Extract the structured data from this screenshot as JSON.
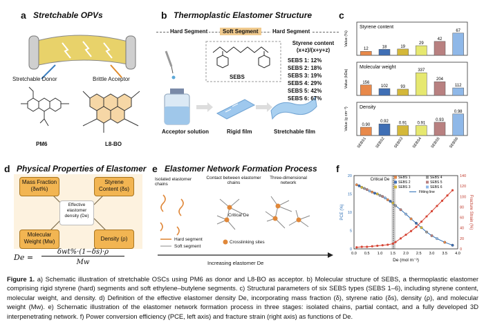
{
  "panel_a": {
    "label": "a",
    "title": "Stretchable OPVs",
    "donor": "Stretchable Donor",
    "acceptor": "Brittle Acceptor",
    "pm6": "PM6",
    "l8bo": "L8-BO"
  },
  "panel_b": {
    "label": "b",
    "title": "Thermoplastic Elastomer Structure",
    "seg_hard1": "Hard Segment",
    "seg_soft": "Soft Segment",
    "seg_hard2": "Hard Segment",
    "sebs": "SEBS",
    "styrene_title": "Styrene content",
    "styrene_formula": "(x+z)/(x+y+z)",
    "sebs_list": [
      "SEBS 1: 12%",
      "SEBS 2: 18%",
      "SEBS 3: 19%",
      "SEBS 4: 29%",
      "SEBS 5: 42%",
      "SEBS 6: 67%"
    ],
    "acceptor_solution": "Acceptor solution",
    "rigid_film": "Rigid film",
    "stretchable_film": "Stretchable film"
  },
  "panel_c": {
    "label": "c",
    "categories": [
      "SEBS1",
      "SEBS2",
      "SEBS3",
      "SEBS4",
      "SEBS5",
      "SEBS6"
    ],
    "bar_colors": [
      "#e8894a",
      "#3f6fb5",
      "#d4b83a",
      "#e6e870",
      "#b88080",
      "#8fb8e8"
    ]
  },
  "chart_data": [
    {
      "type": "bar",
      "title": "Styrene content",
      "ylabel": "Value (%)",
      "categories": [
        "SEBS1",
        "SEBS2",
        "SEBS3",
        "SEBS4",
        "SEBS5",
        "SEBS6"
      ],
      "values": [
        12,
        18,
        19,
        29,
        42,
        67
      ],
      "ylim": [
        0,
        75
      ]
    },
    {
      "type": "bar",
      "title": "Molecular weight",
      "ylabel": "Value (kDa)",
      "categories": [
        "SEBS1",
        "SEBS2",
        "SEBS3",
        "SEBS4",
        "SEBS5",
        "SEBS6"
      ],
      "values": [
        156,
        102,
        93,
        337,
        204,
        112
      ],
      "ylim": [
        0,
        370
      ]
    },
    {
      "type": "bar",
      "title": "Density",
      "ylabel": "Value (g cm⁻³)",
      "categories": [
        "SEBS1",
        "SEBS2",
        "SEBS3",
        "SEBS4",
        "SEBS5",
        "SEBS6"
      ],
      "values": [
        0.9,
        0.92,
        0.91,
        0.91,
        0.93,
        0.98
      ],
      "ylim": [
        0.85,
        1.0
      ]
    },
    {
      "type": "scatter",
      "xlabel": "De (mol m⁻³)",
      "ylabel_left": "PCE (%)",
      "ylabel_right": "Fracture Strain (%)",
      "xlim": [
        0,
        4
      ],
      "ylim_left": [
        0,
        20
      ],
      "ylim_right": [
        0,
        140
      ],
      "xticks": [
        "0.0",
        "0.5",
        "1.0",
        "1.5",
        "2.0",
        "2.5",
        "3.0",
        "3.5",
        "4.0"
      ],
      "yticks_left": [
        "0",
        "5",
        "10",
        "15",
        "20"
      ],
      "yticks_right": [
        "0",
        "20",
        "40",
        "60",
        "80",
        "100",
        "120",
        "140"
      ],
      "annotation": "Critical De",
      "legend": [
        "SEBS 1",
        "SEBS 2",
        "SEBS 3",
        "SEBS 4",
        "SEBS 5",
        "SEBS 6",
        "Fitting line"
      ],
      "pce_points": [
        [
          0.1,
          17.5
        ],
        [
          0.2,
          17.2
        ],
        [
          0.3,
          16.8
        ],
        [
          0.4,
          16.5
        ],
        [
          0.5,
          16.2
        ],
        [
          0.6,
          15.8
        ],
        [
          0.7,
          15.5
        ],
        [
          0.8,
          15.2
        ],
        [
          0.9,
          15.0
        ],
        [
          1.0,
          14.6
        ],
        [
          1.1,
          14.3
        ],
        [
          1.2,
          13.9
        ],
        [
          1.3,
          13.4
        ],
        [
          1.4,
          13.0
        ],
        [
          1.5,
          12.5
        ],
        [
          1.6,
          11.8
        ],
        [
          1.8,
          10.7
        ],
        [
          2.0,
          9.5
        ],
        [
          2.2,
          8.2
        ],
        [
          2.4,
          7.0
        ],
        [
          2.6,
          5.8
        ],
        [
          2.8,
          4.6
        ],
        [
          3.0,
          3.6
        ],
        [
          3.2,
          2.8
        ],
        [
          3.5,
          1.8
        ],
        [
          3.8,
          1.0
        ]
      ],
      "strain_points": [
        [
          0.1,
          3
        ],
        [
          0.3,
          4
        ],
        [
          0.5,
          4
        ],
        [
          0.7,
          5
        ],
        [
          0.9,
          6
        ],
        [
          1.1,
          7
        ],
        [
          1.3,
          8
        ],
        [
          1.5,
          10
        ],
        [
          1.6,
          13
        ],
        [
          1.8,
          20
        ],
        [
          2.0,
          27
        ],
        [
          2.2,
          34
        ],
        [
          2.4,
          42
        ],
        [
          2.6,
          52
        ],
        [
          2.8,
          62
        ],
        [
          3.0,
          72
        ],
        [
          3.2,
          82
        ],
        [
          3.4,
          92
        ],
        [
          3.6,
          102
        ],
        [
          3.8,
          112
        ]
      ]
    }
  ],
  "panel_c_text": {
    "label": "c",
    "s1": "Styrene content",
    "s2": "Molecular weight",
    "s3": "Density",
    "y1": "Value (%)",
    "y2": "Value (kDa)",
    "y3": "Value (g cm⁻³)",
    "v1": [
      "12",
      "18",
      "19",
      "29",
      "42",
      "67"
    ],
    "v2": [
      "156",
      "102",
      "93",
      "337",
      "204",
      "112"
    ],
    "v3": [
      "0.90",
      "0.92",
      "0.91",
      "0.91",
      "0.93",
      "0.98"
    ]
  },
  "panel_d": {
    "label": "d",
    "title": "Physical Properties of Elastomer",
    "mass": "Mass Fraction (δwt%)",
    "styrene": "Styrene Content (δs)",
    "center": "Effective elastomer density (De)",
    "mw": "Molecular Weight (Mw)",
    "density": "Density (ρ)",
    "eq_lhs": "De =",
    "eq_num": "δwt%·(1−δs)·ρ",
    "eq_den": "Mw"
  },
  "panel_e": {
    "label": "e",
    "title": "Elastomer Network Formation Process",
    "col1": "Isolated elastomer chains",
    "col2": "Contact between elastomer chains",
    "col3": "Three-dimensional network",
    "critical": "Critical De",
    "hard": "Hard segment",
    "soft": "Soft segment",
    "cross": "Crosslinking sites",
    "arrow": "Increasing elastomer De"
  },
  "panel_f": {
    "label": "f",
    "critical": "Critical De",
    "pce": "PCE (%)",
    "strain": "Fracture Strain (%)",
    "xlabel": "De (mol m⁻³)"
  },
  "caption": {
    "lead": "Figure 1.",
    "text": " a) Schematic illustration of stretchable OSCs using PM6 as donor and L8-BO as acceptor. b) Molecular structure of SEBS, a thermoplastic elastomer comprising rigid styrene (hard) segments and soft ethylene–butylene segments. c) Structural parameters of six SEBS types (SEBS 1–6), including styrene content, molecular weight, and density. d) Definition of the effective elastomer density De, incorporating mass fraction (δ), styrene ratio (δs), density (ρ), and molecular weight (Mw). e) Schematic illustration of the elastomer network formation process in three stages: isolated chains, partial contact, and a fully developed 3D interpenetrating network. f) Power conversion efficiency (PCE, left axis) and fracture strain (right axis) as functions of De."
  }
}
